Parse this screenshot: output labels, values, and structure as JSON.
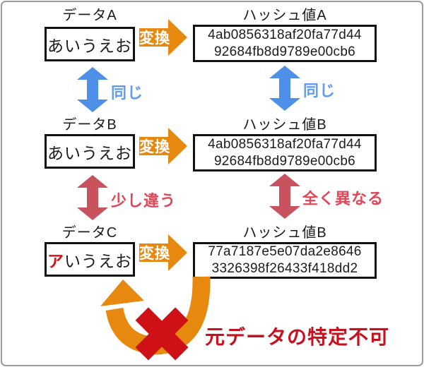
{
  "rows": [
    {
      "label": "データA",
      "input_highlight": "",
      "input_rest": "あいうえお",
      "convert_label": "変換",
      "hash_label": "ハッシュ値A",
      "hash_line1": "4ab0856318af20fa77d44",
      "hash_line2": "92684fb8d9789e00cb6"
    },
    {
      "label": "データB",
      "input_highlight": "",
      "input_rest": "あいうえお",
      "convert_label": "変換",
      "hash_label": "ハッシュ値B",
      "hash_line1": "4ab0856318af20fa77d44",
      "hash_line2": "92684fb8d9789e00cb6"
    },
    {
      "label": "データC",
      "input_highlight": "ア",
      "input_rest": "いうえお",
      "convert_label": "変換",
      "hash_label": "ハッシュ値B",
      "hash_line1": "77a7187e5e07da2e8646",
      "hash_line2": "3326398f26433f418dd2"
    }
  ],
  "comparisons": {
    "data_a_b": "同じ",
    "hash_a_b": "同じ",
    "data_b_c": "少し違う",
    "hash_b_c": "全く異なる"
  },
  "bottom_note": "元データの特定不可",
  "colors": {
    "orange": "#E7890F",
    "blue": "#4E90E8",
    "blue_text": "#629CF0",
    "rose": "#C8525E",
    "rose_text": "#E04756",
    "x_red": "#CD1117",
    "note_red": "#C8111E",
    "highlight_red": "#D6121B"
  }
}
